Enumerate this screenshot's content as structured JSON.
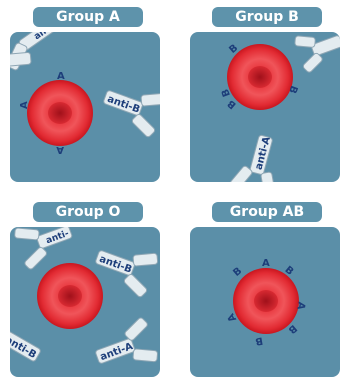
{
  "colors": {
    "panel": "#5b8fa8",
    "label_bg": "#5e93ab",
    "label_text": "#ffffff",
    "cell_outer": "#d81f2a",
    "cell_inner": "#ee4a4f",
    "antigen": "#1d3e7a",
    "antibody_fill": "#e4ecf0",
    "antibody_stroke": "#8ea6b4",
    "antibody_text": "#1d3e7a"
  },
  "panels": [
    {
      "label": "Group A",
      "antigen_letter": "A",
      "antibody_labels": [
        "anti-",
        "anti-B"
      ]
    },
    {
      "label": "Group B",
      "antigen_letter": "B",
      "antibody_labels": [
        "anti-A"
      ]
    },
    {
      "label": "Group O",
      "antibody_labels": [
        "anti-",
        "anti-B",
        "anti-B",
        "anti-A"
      ]
    },
    {
      "label": "Group AB",
      "antigen_letters": [
        "A",
        "B"
      ]
    }
  ]
}
